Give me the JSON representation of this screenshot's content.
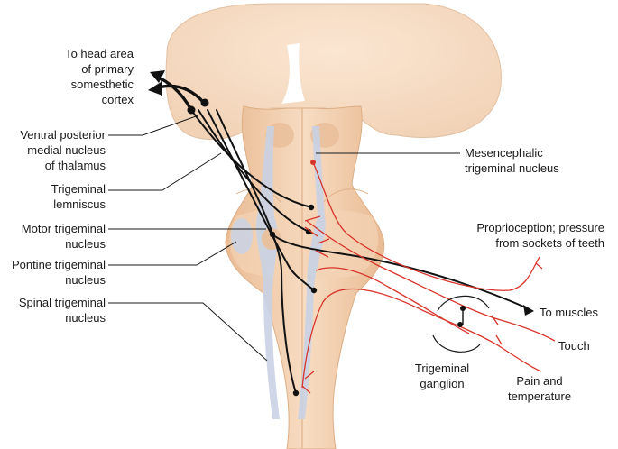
{
  "labels": {
    "head_area_1": "To head area",
    "head_area_2": "of primary",
    "head_area_3": "somesthetic",
    "head_area_4": "cortex",
    "vpm_1": "Ventral posterior",
    "vpm_2": "medial nucleus",
    "vpm_3": "of thalamus",
    "lemniscus_1": "Trigeminal",
    "lemniscus_2": "lemniscus",
    "motor_1": "Motor trigeminal",
    "motor_2": "nucleus",
    "pontine_1": "Pontine trigeminal",
    "pontine_2": "nucleus",
    "spinal_1": "Spinal trigeminal",
    "spinal_2": "nucleus",
    "mesen_1": "Mesencephalic",
    "mesen_2": "trigeminal nucleus",
    "propri_1": "Proprioception; pressure",
    "propri_2": "from sockets of teeth",
    "muscles": "To muscles",
    "touch": "Touch",
    "ganglion_1": "Trigeminal",
    "ganglion_2": "ganglion",
    "pain_1": "Pain and",
    "pain_2": "temperature"
  },
  "colors": {
    "tissue": "#f2cfae",
    "tissue_shade": "#e2b48d",
    "nucleus": "#c9d2e4",
    "tract": "#111111",
    "sensory": "#d9342b"
  }
}
